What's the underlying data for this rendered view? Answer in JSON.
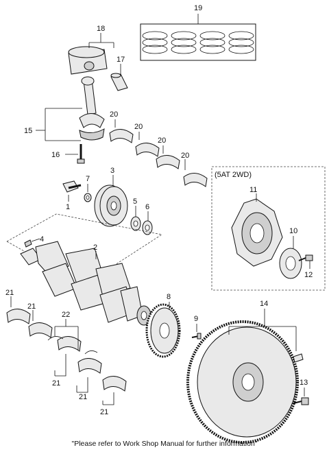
{
  "diagram": {
    "callouts": {
      "c1": "1",
      "c2": "2",
      "c3": "3",
      "c4": "4",
      "c5": "5",
      "c6": "6",
      "c7": "7",
      "c8": "8",
      "c9": "9",
      "c10": "10",
      "c11": "11",
      "c12": "12",
      "c13": "13",
      "c14": "14",
      "c15": "15",
      "c16": "16",
      "c17": "17",
      "c18": "18",
      "c19": "19",
      "c20a": "20",
      "c20b": "20",
      "c20c": "20",
      "c20d": "20",
      "c21a": "21",
      "c21b": "21",
      "c21c": "21",
      "c21d": "21",
      "c21e": "21",
      "c22": "22"
    },
    "variant_box_label": "(5AT 2WD)",
    "footer_note": "\"Please refer to Work Shop Manual for further information\""
  }
}
